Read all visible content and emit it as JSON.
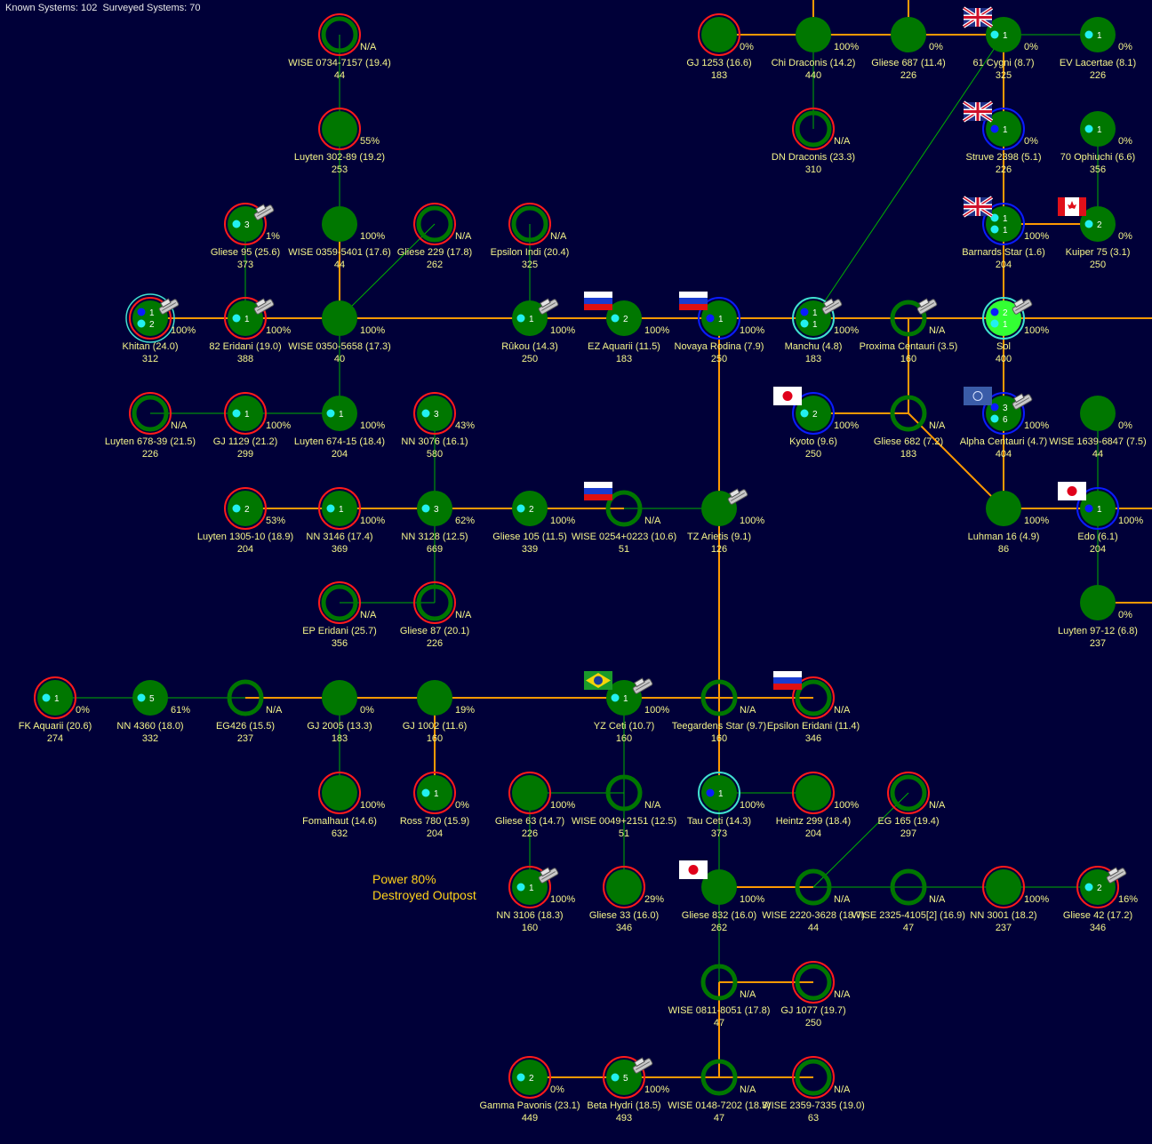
{
  "header": {
    "known_label": "Known Systems: 102",
    "surveyed_label": "Surveyed Systems: 70"
  },
  "status": {
    "power": "Power 80%",
    "mode": "Destroyed Outpost"
  },
  "colors": {
    "background": "#000038",
    "jump_survey": "#ff9900",
    "jump_unsurveyed": "#00b000",
    "system": "#007700",
    "ring_red": "#ff1a1a",
    "ring_blue": "#0a1cff",
    "ring_cyan": "#40e0d0",
    "label": "#f5f58a",
    "sol": "#33ff33"
  },
  "systems": [
    {
      "id": "wise0734",
      "name": "WISE 0734-7157",
      "dist": "(19.4)",
      "pop": "44",
      "pct": "N/A",
      "ring": "red",
      "open": true
    },
    {
      "id": "luyten30289",
      "name": "Luyten 302-89",
      "dist": "(19.2)",
      "pop": "253",
      "pct": "55%",
      "ring": "red"
    },
    {
      "id": "gliese95",
      "name": "Gliese 95",
      "dist": "(25.6)",
      "pop": "373",
      "pct": "1%",
      "ring": "red",
      "count": "3",
      "ship": true
    },
    {
      "id": "wise0359",
      "name": "WISE 0359-5401",
      "dist": "(17.6)",
      "pop": "44",
      "pct": "100%"
    },
    {
      "id": "gliese229",
      "name": "Gliese 229",
      "dist": "(17.8)",
      "pop": "262",
      "pct": "N/A",
      "ring": "red",
      "open": true
    },
    {
      "id": "epsindi",
      "name": "Epsilon Indi",
      "dist": "(20.4)",
      "pop": "325",
      "pct": "N/A",
      "ring": "red",
      "open": true
    },
    {
      "id": "khitan",
      "name": "Khitan",
      "dist": "(24.0)",
      "pop": "312",
      "pct": "100%",
      "ring": "red",
      "ring2": "cyan",
      "count": "1",
      "count2": "2",
      "pop_dot": true,
      "pop_dot2": true,
      "ship": true
    },
    {
      "id": "eridani82",
      "name": "82 Eridani",
      "dist": "(19.0)",
      "pop": "388",
      "pct": "100%",
      "ring": "red",
      "count": "1",
      "ship": true
    },
    {
      "id": "wise0350",
      "name": "WISE 0350-5658",
      "dist": "(17.3)",
      "pop": "40",
      "pct": "100%"
    },
    {
      "id": "rukou",
      "name": "Rûkou",
      "dist": "(14.3)",
      "pop": "250",
      "pct": "100%",
      "count": "1",
      "ship": true
    },
    {
      "id": "ezaquarii",
      "name": "EZ Aquarii",
      "dist": "(11.5)",
      "pop": "183",
      "pct": "100%",
      "count": "2",
      "flag": "russia"
    },
    {
      "id": "novaya",
      "name": "Novaya Rodina",
      "dist": "(7.9)",
      "pop": "250",
      "pct": "100%",
      "ring": "blue",
      "count": "1",
      "pop_dot": true,
      "flag": "russia"
    },
    {
      "id": "manchu",
      "name": "Manchu",
      "dist": "(4.8)",
      "pop": "183",
      "pct": "100%",
      "ring": "cyan",
      "count": "1",
      "count2": "1",
      "pop_dot": true,
      "ship": true
    },
    {
      "id": "proxima",
      "name": "Proxima Centauri",
      "dist": "(3.5)",
      "pop": "160",
      "pct": "N/A",
      "open": true,
      "ship": true
    },
    {
      "id": "sol",
      "name": "Sol",
      "dist": "",
      "pop": "400",
      "pct": "100%",
      "ring": "cyan",
      "sol": true,
      "count": "2",
      "count2": "1",
      "pop_dot": true,
      "ship": true
    },
    {
      "id": "luyten67839",
      "name": "Luyten 678-39",
      "dist": "(21.5)",
      "pop": "226",
      "pct": "N/A",
      "ring": "red",
      "open": true
    },
    {
      "id": "gj1129",
      "name": "GJ 1129",
      "dist": "(21.2)",
      "pop": "299",
      "pct": "100%",
      "ring": "red",
      "count": "1"
    },
    {
      "id": "luyten67415",
      "name": "Luyten 674-15",
      "dist": "(18.4)",
      "pop": "204",
      "pct": "100%",
      "count": "1"
    },
    {
      "id": "nn3076",
      "name": "NN 3076",
      "dist": "(16.1)",
      "pop": "580",
      "pct": "43%",
      "ring": "red",
      "count": "3"
    },
    {
      "id": "kyoto",
      "name": "Kyoto",
      "dist": "(9.6)",
      "pop": "250",
      "pct": "100%",
      "ring": "blue",
      "count": "2",
      "flag": "japan"
    },
    {
      "id": "gliese682",
      "name": "Gliese 682",
      "dist": "(7.2)",
      "pop": "183",
      "pct": "N/A",
      "open": true
    },
    {
      "id": "alphacen",
      "name": "Alpha Centauri",
      "dist": "(4.7)",
      "pop": "404",
      "pct": "100%",
      "ring": "blue",
      "count": "3",
      "count2": "6",
      "pop_dot": true,
      "flag": "un",
      "ship": true
    },
    {
      "id": "wise1639",
      "name": "WISE 1639-6847",
      "dist": "(7.5)",
      "pop": "44",
      "pct": "0%"
    },
    {
      "id": "luyten130510",
      "name": "Luyten 1305-10",
      "dist": "(18.9)",
      "pop": "204",
      "pct": "53%",
      "ring": "red",
      "count": "2"
    },
    {
      "id": "nn3146",
      "name": "NN 3146",
      "dist": "(17.4)",
      "pop": "369",
      "pct": "100%",
      "ring": "red",
      "count": "1"
    },
    {
      "id": "nn3128",
      "name": "NN 3128",
      "dist": "(12.5)",
      "pop": "669",
      "pct": "62%",
      "count": "3"
    },
    {
      "id": "gliese105",
      "name": "Gliese 105",
      "dist": "(11.5)",
      "pop": "339",
      "pct": "100%",
      "count": "2"
    },
    {
      "id": "wise0254",
      "name": "WISE 0254+0223",
      "dist": "(10.6)",
      "pop": "51",
      "pct": "N/A",
      "open": true,
      "flag": "russia"
    },
    {
      "id": "tzarietis",
      "name": "TZ Arietis",
      "dist": "(9.1)",
      "pop": "126",
      "pct": "100%",
      "ship": true
    },
    {
      "id": "luhman16",
      "name": "Luhman 16",
      "dist": "(4.9)",
      "pop": "86",
      "pct": "100%"
    },
    {
      "id": "edo",
      "name": "Edo",
      "dist": "(6.1)",
      "pop": "204",
      "pct": "100%",
      "ring": "blue",
      "count": "1",
      "pop_dot": true,
      "flag": "japan"
    },
    {
      "id": "eperidani",
      "name": "EP Eridani",
      "dist": "(25.7)",
      "pop": "356",
      "pct": "N/A",
      "ring": "red",
      "open": true
    },
    {
      "id": "gliese87",
      "name": "Gliese 87",
      "dist": "(20.1)",
      "pop": "226",
      "pct": "N/A",
      "ring": "red",
      "open": true
    },
    {
      "id": "luyten9712",
      "name": "Luyten 97-12",
      "dist": "(6.8)",
      "pop": "237",
      "pct": "0%"
    },
    {
      "id": "fkaquarii",
      "name": "FK Aquarii",
      "dist": "(20.6)",
      "pop": "274",
      "pct": "0%",
      "ring": "red",
      "count": "1"
    },
    {
      "id": "nn4360",
      "name": "NN 4360",
      "dist": "(18.0)",
      "pop": "332",
      "pct": "61%",
      "count": "5"
    },
    {
      "id": "eg426",
      "name": "EG426",
      "dist": "(15.5)",
      "pop": "237",
      "pct": "N/A",
      "open": true
    },
    {
      "id": "gj2005",
      "name": "GJ 2005",
      "dist": "(13.3)",
      "pop": "183",
      "pct": "0%"
    },
    {
      "id": "gj1002",
      "name": "GJ 1002",
      "dist": "(11.6)",
      "pop": "160",
      "pct": "19%"
    },
    {
      "id": "yzceti",
      "name": "YZ Ceti",
      "dist": "(10.7)",
      "pop": "160",
      "pct": "100%",
      "count": "1",
      "flag": "brazil",
      "ship": true
    },
    {
      "id": "teegarden",
      "name": "Teegardens Star",
      "dist": "(9.7)",
      "pop": "160",
      "pct": "N/A",
      "open": true
    },
    {
      "id": "epseridani",
      "name": "Epsilon Eridani",
      "dist": "(11.4)",
      "pop": "346",
      "pct": "N/A",
      "ring": "red",
      "open": true,
      "flag": "russia"
    },
    {
      "id": "fomalhaut",
      "name": "Fomalhaut",
      "dist": "(14.6)",
      "pop": "632",
      "pct": "100%",
      "ring": "red"
    },
    {
      "id": "ross780",
      "name": "Ross 780",
      "dist": "(15.9)",
      "pop": "204",
      "pct": "0%",
      "ring": "red",
      "count": "1"
    },
    {
      "id": "gliese63",
      "name": "Gliese 63",
      "dist": "(14.7)",
      "pop": "226",
      "pct": "100%",
      "ring": "red"
    },
    {
      "id": "wise0049",
      "name": "WISE 0049+2151",
      "dist": "(12.5)",
      "pop": "51",
      "pct": "N/A",
      "open": true
    },
    {
      "id": "tauceti",
      "name": "Tau Ceti",
      "dist": "(14.3)",
      "pop": "373",
      "pct": "100%",
      "ring": "cyan",
      "count": "1",
      "pop_dot": true
    },
    {
      "id": "heintz299",
      "name": "Heintz 299",
      "dist": "(18.4)",
      "pop": "204",
      "pct": "100%",
      "ring": "red"
    },
    {
      "id": "eg165",
      "name": "EG 165",
      "dist": "(19.4)",
      "pop": "297",
      "pct": "N/A",
      "ring": "red",
      "open": true
    },
    {
      "id": "nn3106",
      "name": "NN 3106",
      "dist": "(18.3)",
      "pop": "160",
      "pct": "100%",
      "ring": "red",
      "count": "1",
      "ship": true
    },
    {
      "id": "gliese33",
      "name": "Gliese 33",
      "dist": "(16.0)",
      "pop": "346",
      "pct": "29%",
      "ring": "red"
    },
    {
      "id": "gliese832",
      "name": "Gliese 832",
      "dist": "(16.0)",
      "pop": "262",
      "pct": "100%",
      "flag": "japan"
    },
    {
      "id": "wise2220",
      "name": "WISE 2220-3628",
      "dist": "(18.7)",
      "pop": "44",
      "pct": "N/A",
      "open": true
    },
    {
      "id": "wise2325",
      "name": "WISE 2325-4105[2]",
      "dist": "(16.9)",
      "pop": "47",
      "pct": "N/A",
      "open": true
    },
    {
      "id": "nn3001",
      "name": "NN 3001",
      "dist": "(18.2)",
      "pop": "237",
      "pct": "100%",
      "ring": "red"
    },
    {
      "id": "gliese42",
      "name": "Gliese 42",
      "dist": "(17.2)",
      "pop": "346",
      "pct": "16%",
      "ring": "red",
      "count": "2",
      "ship": true
    },
    {
      "id": "wise0811",
      "name": "WISE 0811-8051",
      "dist": "(17.8)",
      "pop": "47",
      "pct": "N/A",
      "open": true
    },
    {
      "id": "gj1077",
      "name": "GJ 1077",
      "dist": "(19.7)",
      "pop": "250",
      "pct": "N/A",
      "ring": "red",
      "open": true
    },
    {
      "id": "gammapav",
      "name": "Gamma Pavonis",
      "dist": "(23.1)",
      "pop": "449",
      "pct": "0%",
      "ring": "red",
      "count": "2"
    },
    {
      "id": "betahydri",
      "name": "Beta Hydri",
      "dist": "(18.5)",
      "pop": "493",
      "pct": "100%",
      "ring": "red",
      "count": "5",
      "ship": true
    },
    {
      "id": "wise0148",
      "name": "WISE 0148-7202",
      "dist": "(18.3)",
      "pop": "47",
      "pct": "N/A",
      "open": true
    },
    {
      "id": "wise2359",
      "name": "WISE 2359-7335",
      "dist": "(19.0)",
      "pop": "63",
      "pct": "N/A",
      "ring": "red",
      "open": true
    },
    {
      "id": "gj1253",
      "name": "GJ 1253",
      "dist": "(16.6)",
      "pop": "183",
      "pct": "0%",
      "ring": "red"
    },
    {
      "id": "chidraconis",
      "name": "Chi Draconis",
      "dist": "(14.2)",
      "pop": "440",
      "pct": "100%"
    },
    {
      "id": "gliese687",
      "name": "Gliese 687",
      "dist": "(11.4)",
      "pop": "226",
      "pct": "0%"
    },
    {
      "id": "cygni61",
      "name": "61 Cygni",
      "dist": "(8.7)",
      "pop": "325",
      "pct": "0%",
      "count": "1",
      "flag": "uk"
    },
    {
      "id": "evlacertae",
      "name": "EV Lacertae",
      "dist": "(8.1)",
      "pop": "226",
      "pct": "0%",
      "count": "1"
    },
    {
      "id": "dndraconis",
      "name": "DN Draconis",
      "dist": "(23.3)",
      "pop": "310",
      "pct": "N/A",
      "ring": "red",
      "open": true
    },
    {
      "id": "struve2398",
      "name": "Struve 2398",
      "dist": "(5.1)",
      "pop": "226",
      "pct": "0%",
      "ring": "blue",
      "count": "1",
      "pop_dot": true,
      "flag": "uk"
    },
    {
      "id": "ophiuchi70",
      "name": "70 Ophiuchi",
      "dist": "(6.6)",
      "pop": "356",
      "pct": "0%",
      "count": "1"
    },
    {
      "id": "barnards",
      "name": "Barnards Star",
      "dist": "(1.6)",
      "pop": "204",
      "pct": "100%",
      "ring": "blue",
      "count": "1",
      "count2": "1",
      "flag": "uk"
    },
    {
      "id": "kuiper75",
      "name": "Kuiper 75",
      "dist": "(3.1)",
      "pop": "250",
      "pct": "0%",
      "count": "2",
      "flag": "canada"
    }
  ],
  "links": [
    {
      "a": "wise0734",
      "b": "luyten30289",
      "type": "green"
    },
    {
      "a": "luyten30289",
      "b": "wise0359",
      "type": "green"
    },
    {
      "a": "wise0359",
      "b": "wise0350",
      "type": "orange"
    },
    {
      "a": "gliese95",
      "b": "eridani82",
      "type": "green"
    },
    {
      "a": "gliese229",
      "b": "wise0350",
      "type": "green"
    },
    {
      "a": "epsindi",
      "b": "rukou",
      "type": "green"
    },
    {
      "a": "khitan",
      "b": "eridani82",
      "type": "orange"
    },
    {
      "a": "eridani82",
      "b": "wise0350",
      "type": "orange"
    },
    {
      "a": "wise0350",
      "b": "rukou",
      "type": "orange"
    },
    {
      "a": "rukou",
      "b": "ezaquarii",
      "type": "orange"
    },
    {
      "a": "ezaquarii",
      "b": "novaya",
      "type": "orange"
    },
    {
      "a": "novaya",
      "b": "manchu",
      "type": "orange"
    },
    {
      "a": "manchu",
      "b": "proxima",
      "type": "orange"
    },
    {
      "a": "proxima",
      "b": "sol",
      "type": "orange"
    },
    {
      "a": "sol",
      "b": "edge_right_sol",
      "type": "orange"
    },
    {
      "a": "manchu",
      "b": "cygni61",
      "type": "green"
    },
    {
      "a": "wise0350",
      "b": "luyten67415",
      "type": "green"
    },
    {
      "a": "luyten67839",
      "b": "gj1129",
      "type": "green"
    },
    {
      "a": "gj1129",
      "b": "luyten67415",
      "type": "green"
    },
    {
      "a": "nn3076",
      "b": "nn3128",
      "type": "green"
    },
    {
      "a": "proxima",
      "b": "gliese682",
      "type": "orange"
    },
    {
      "a": "kyoto",
      "b": "gliese682",
      "type": "orange"
    },
    {
      "a": "gliese682",
      "b": "luhman16",
      "type": "orange"
    },
    {
      "a": "sol",
      "b": "alphacen",
      "type": "orange"
    },
    {
      "a": "alphacen",
      "b": "luhman16",
      "type": "orange"
    },
    {
      "a": "luyten130510",
      "b": "nn3146",
      "type": "orange"
    },
    {
      "a": "nn3146",
      "b": "nn3128",
      "type": "orange"
    },
    {
      "a": "nn3128",
      "b": "gliese105",
      "type": "orange"
    },
    {
      "a": "gliese105",
      "b": "wise0254",
      "type": "orange"
    },
    {
      "a": "wise0254",
      "b": "tzarietis",
      "type": "green"
    },
    {
      "a": "novaya",
      "b": "tzarietis",
      "type": "orange"
    },
    {
      "a": "luhman16",
      "b": "edo",
      "type": "orange"
    },
    {
      "a": "edo",
      "b": "edge_right_edo",
      "type": "orange"
    },
    {
      "a": "wise1639",
      "b": "edo",
      "type": "green"
    },
    {
      "a": "edo",
      "b": "luyten9712",
      "type": "green"
    },
    {
      "a": "luyten9712",
      "b": "edge_right_ly",
      "type": "orange"
    },
    {
      "a": "nn3128",
      "b": "gliese87",
      "type": "green"
    },
    {
      "a": "eperidani",
      "b": "gliese87",
      "type": "green"
    },
    {
      "a": "tzarietis",
      "b": "teegarden",
      "type": "orange"
    },
    {
      "a": "fkaquarii",
      "b": "nn4360",
      "type": "green"
    },
    {
      "a": "nn4360",
      "b": "eg426",
      "type": "green"
    },
    {
      "a": "eg426",
      "b": "gj2005",
      "type": "orange"
    },
    {
      "a": "gj2005",
      "b": "gj1002",
      "type": "orange"
    },
    {
      "a": "gj1002",
      "b": "yzceti",
      "type": "orange"
    },
    {
      "a": "yzceti",
      "b": "teegarden",
      "type": "orange"
    },
    {
      "a": "teegarden",
      "b": "epseridani",
      "type": "orange"
    },
    {
      "a": "gj2005",
      "b": "fomalhaut",
      "type": "green"
    },
    {
      "a": "gj1002",
      "b": "ross780",
      "type": "orange"
    },
    {
      "a": "yzceti",
      "b": "wise0049",
      "type": "green"
    },
    {
      "a": "gliese63",
      "b": "wise0049",
      "type": "green"
    },
    {
      "a": "gliese63",
      "b": "nn3106",
      "type": "green"
    },
    {
      "a": "wise0049",
      "b": "gliese33",
      "type": "green"
    },
    {
      "a": "teegarden",
      "b": "tauceti",
      "type": "orange"
    },
    {
      "a": "tauceti",
      "b": "heintz299",
      "type": "green"
    },
    {
      "a": "tauceti",
      "b": "gliese832",
      "type": "green"
    },
    {
      "a": "gliese832",
      "b": "wise2220",
      "type": "orange"
    },
    {
      "a": "wise2220",
      "b": "eg165",
      "type": "green"
    },
    {
      "a": "wise2220",
      "b": "wise2325",
      "type": "green"
    },
    {
      "a": "wise2325",
      "b": "nn3001",
      "type": "green"
    },
    {
      "a": "nn3001",
      "b": "gliese42",
      "type": "green"
    },
    {
      "a": "gliese832",
      "b": "wise0811",
      "type": "green"
    },
    {
      "a": "wise0811",
      "b": "gj1077",
      "type": "orange"
    },
    {
      "a": "wise0811",
      "b": "wise0148",
      "type": "orange"
    },
    {
      "a": "gammapav",
      "b": "betahydri",
      "type": "orange"
    },
    {
      "a": "betahydri",
      "b": "wise0148",
      "type": "orange"
    },
    {
      "a": "wise0148",
      "b": "wise2359",
      "type": "orange"
    },
    {
      "a": "gj1253",
      "b": "chidraconis",
      "type": "orange"
    },
    {
      "a": "chidraconis",
      "b": "gliese687",
      "type": "orange"
    },
    {
      "a": "gliese687",
      "b": "cygni61",
      "type": "orange"
    },
    {
      "a": "cygni61",
      "b": "evlacertae",
      "type": "green"
    },
    {
      "a": "chidraconis",
      "b": "dndraconis",
      "type": "green"
    },
    {
      "a": "chidraconis",
      "b": "edge_top_chi",
      "type": "orange"
    },
    {
      "a": "gliese687",
      "b": "edge_top_gl",
      "type": "orange"
    },
    {
      "a": "cygni61",
      "b": "struve2398",
      "type": "orange"
    },
    {
      "a": "struve2398",
      "b": "barnards",
      "type": "orange"
    },
    {
      "a": "ophiuchi70",
      "b": "kuiper75",
      "type": "green"
    },
    {
      "a": "barnards",
      "b": "kuiper75",
      "type": "orange"
    },
    {
      "a": "barnards",
      "b": "sol",
      "type": "orange"
    }
  ]
}
